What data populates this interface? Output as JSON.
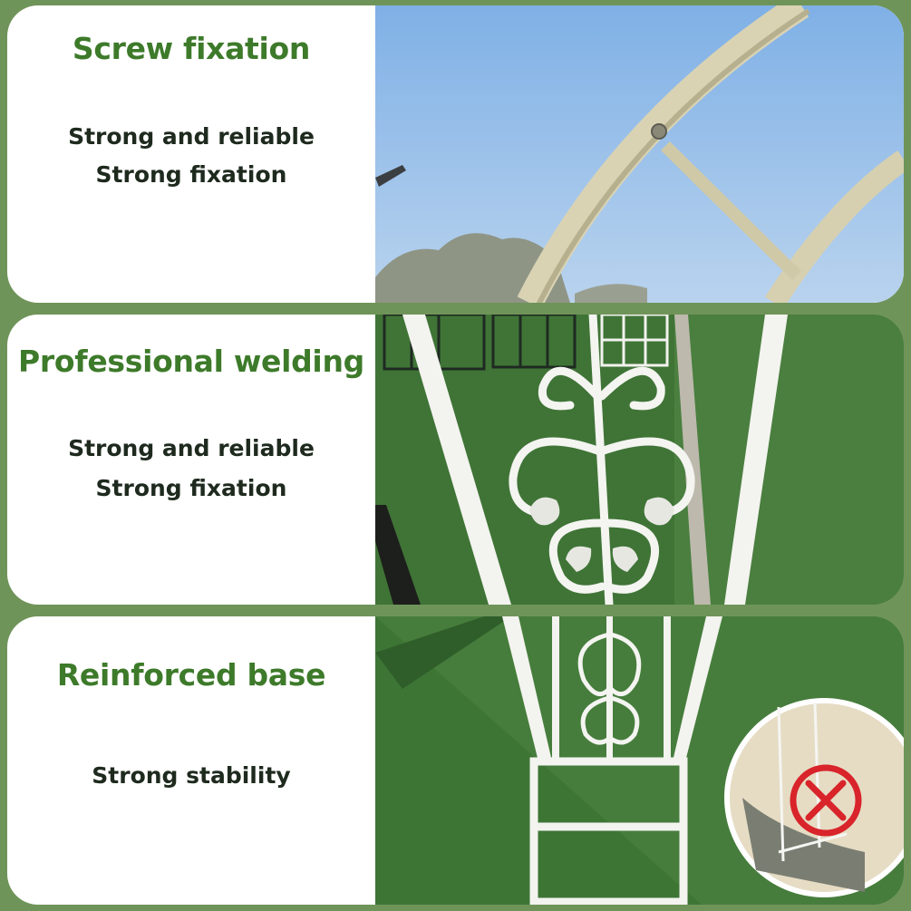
{
  "sections": [
    {
      "title": "Screw fixation",
      "lines": [
        "Strong and reliable",
        "Strong fixation"
      ],
      "photo_icon": "arch-screw-joint-photo"
    },
    {
      "title": "Professional welding",
      "lines": [
        "Strong and reliable",
        "Strong fixation"
      ],
      "photo_icon": "welded-scroll-panel-photo"
    },
    {
      "title": "Reinforced base",
      "lines": [
        "Strong stability"
      ],
      "photo_icon": "reinforced-base-photo",
      "badge_icon": "wrong-base-crossed-icon"
    }
  ],
  "colors": {
    "background": "#6f9459",
    "title": "#3d7a2a",
    "text": "#1e2a1e",
    "sky": "#9cc2ea",
    "grass": "#3f7436",
    "cross_badge": "#d8242a"
  }
}
